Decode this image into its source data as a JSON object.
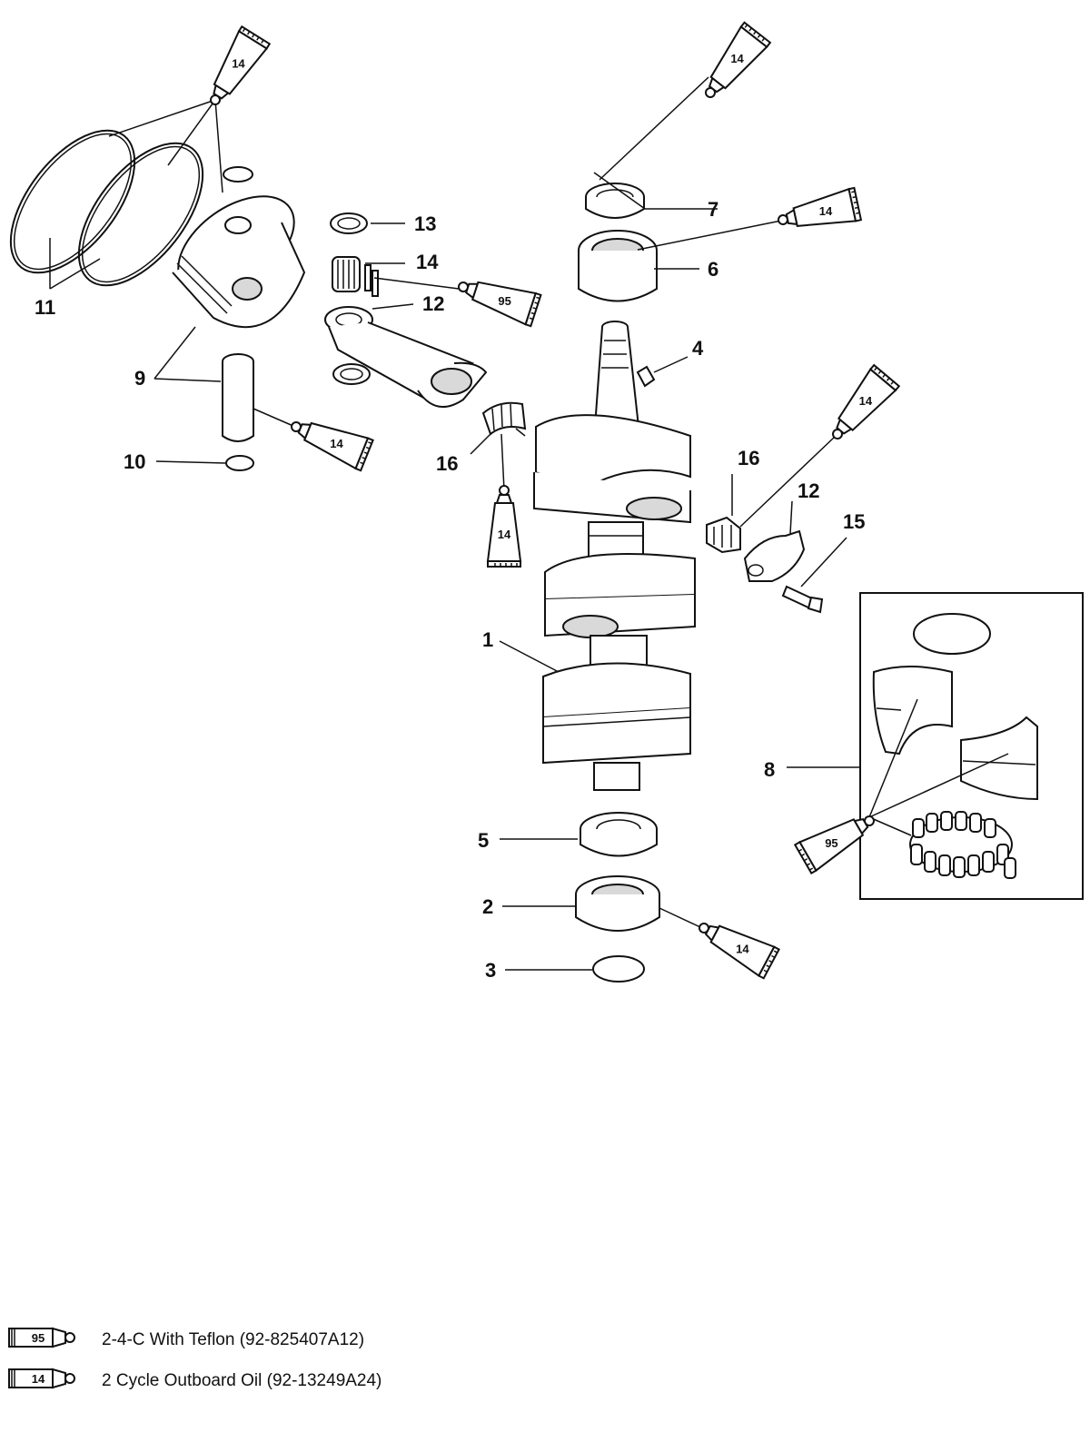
{
  "callouts": {
    "c1": "1",
    "c2": "2",
    "c3": "3",
    "c4": "4",
    "c5": "5",
    "c6": "6",
    "c7": "7",
    "c8": "8",
    "c9": "9",
    "c10": "10",
    "c11": "11",
    "c12a": "12",
    "c12b": "12",
    "c13": "13",
    "c14": "14",
    "c15": "15",
    "c16a": "16",
    "c16b": "16"
  },
  "tubes": {
    "t_rings": "14",
    "t_pin": "14",
    "t_rod": "95",
    "t_cage": "14",
    "t_seal_top": "14",
    "t_bearing_top": "14",
    "t_cap": "14",
    "t_bottom": "14",
    "t_kit": "95"
  },
  "legend": {
    "item1": {
      "code": "95",
      "text": "2-4-C  With Teflon (92-825407A12)"
    },
    "item2": {
      "code": "14",
      "text": "2 Cycle Outboard Oil (92-13249A24)"
    }
  }
}
